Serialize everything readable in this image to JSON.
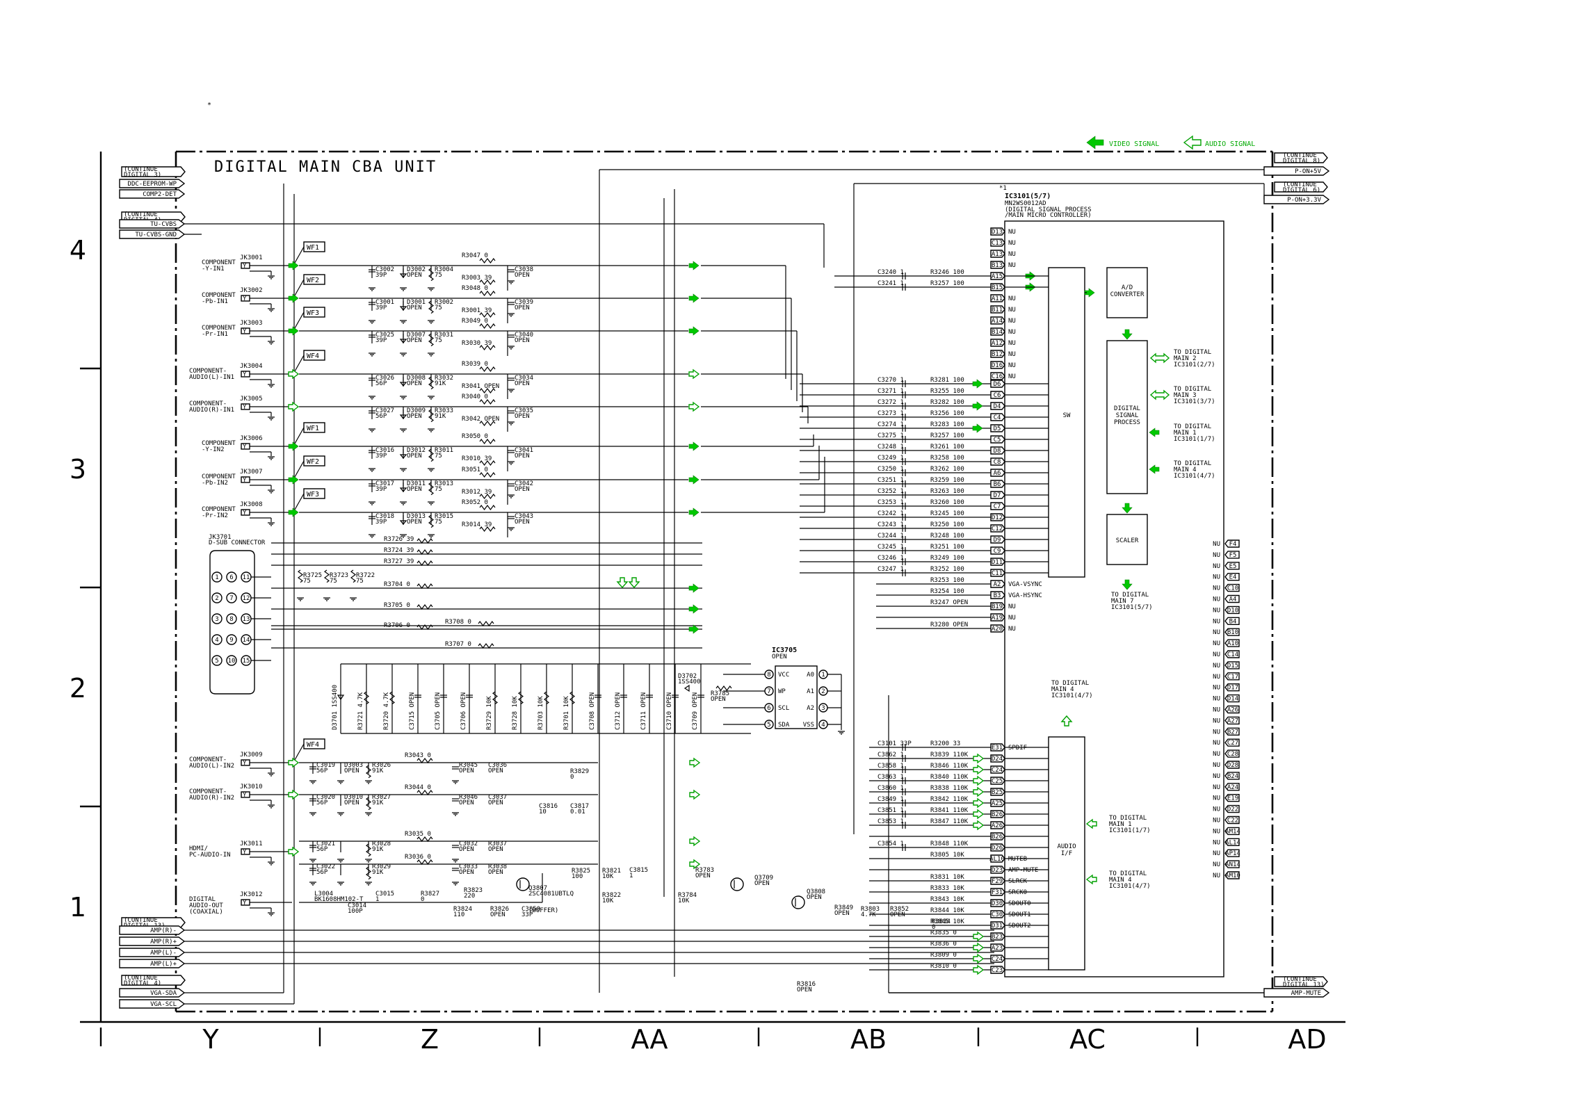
{
  "star": "*",
  "title": "DIGITAL MAIN CBA UNIT",
  "legend": {
    "video": "VIDEO SIGNAL",
    "audio": "AUDIO SIGNAL"
  },
  "grid": {
    "rows": [
      "4",
      "3",
      "2",
      "1"
    ],
    "cols": [
      "Y",
      "Z",
      "AA",
      "AB",
      "AC",
      "AD"
    ]
  },
  "left_connectors": [
    {
      "cont": [
        "(CONTINUE",
        "DIGITAL 3)"
      ],
      "pins": [
        "DDC-EEPROM-WP",
        "COMP2-DET"
      ]
    },
    {
      "cont": [
        "(CONTINUE",
        "DIGITAL 4)"
      ],
      "pins": [
        "TU-CVBS",
        "TU-CVBS-GND"
      ]
    },
    {
      "cont": [
        "(CONTINUE",
        "DIGITAL 13)"
      ],
      "pins": [
        "AMP(R)-",
        "AMP(R)+",
        "AMP(L)-",
        "AMP(L)+"
      ]
    },
    {
      "cont": [
        "(CONTINUE",
        "DIGITAL 4)"
      ],
      "pins": [
        "VGA-SDA",
        "VGA-SCL"
      ]
    }
  ],
  "right_connectors": [
    {
      "cont": [
        "(CONTINUE",
        "DIGITAL 8)"
      ],
      "pins": [
        "P-ON+5V"
      ]
    },
    {
      "cont": [
        "(CONTINUE",
        "DIGITAL 6)"
      ],
      "pins": [
        "P-ON+3.3V"
      ]
    },
    {
      "cont": [
        "(CONTINUE",
        "DIGITAL 13)"
      ],
      "pins": [
        "AMP-MUTE"
      ]
    }
  ],
  "jacks": [
    {
      "ref": "JK3001",
      "label": [
        "COMPONENT",
        "-Y-IN1"
      ],
      "wf": "WF1"
    },
    {
      "ref": "JK3002",
      "label": [
        "COMPONENT",
        "-Pb-IN1"
      ],
      "wf": "WF2"
    },
    {
      "ref": "JK3003",
      "label": [
        "COMPONENT",
        "-Pr-IN1"
      ],
      "wf": "WF3"
    },
    {
      "ref": "JK3004",
      "label": [
        "COMPONENT-",
        "AUDIO(L)-IN1"
      ],
      "wf": "WF4"
    },
    {
      "ref": "JK3005",
      "label": [
        "COMPONENT-",
        "AUDIO(R)-IN1"
      ],
      "wf": ""
    },
    {
      "ref": "JK3006",
      "label": [
        "COMPONENT",
        "-Y-IN2"
      ],
      "wf": "WF1"
    },
    {
      "ref": "JK3007",
      "label": [
        "COMPONENT",
        "-Pb-IN2"
      ],
      "wf": "WF2"
    },
    {
      "ref": "JK3008",
      "label": [
        "COMPONENT",
        "-Pr-IN2"
      ],
      "wf": "WF3"
    },
    {
      "ref": "JK3009",
      "label": [
        "COMPONENT-",
        "AUDIO(L)-IN2"
      ],
      "wf": "WF4"
    },
    {
      "ref": "JK3010",
      "label": [
        "COMPONENT-",
        "AUDIO(R)-IN2"
      ],
      "wf": ""
    },
    {
      "ref": "JK3011",
      "label": [
        "HDMI/",
        "PC-AUDIO-IN"
      ],
      "wf": ""
    },
    {
      "ref": "JK3012",
      "label": [
        "DIGITAL",
        "AUDIO-OUT",
        "(COAXIAL)"
      ],
      "wf": ""
    }
  ],
  "input_rows": [
    {
      "c1": [
        "C3002",
        "39P"
      ],
      "d": [
        "D3002",
        "OPEN"
      ],
      "r1": [
        "R3004",
        "75"
      ],
      "ra": [
        "R3047",
        "0"
      ],
      "rb": [
        "R3003",
        "39"
      ],
      "c2": [
        "C3038",
        "OPEN"
      ]
    },
    {
      "c1": [
        "C3001",
        "39P"
      ],
      "d": [
        "D3001",
        "OPEN"
      ],
      "r1": [
        "R3002",
        "75"
      ],
      "ra": [
        "R3048",
        "0"
      ],
      "rb": [
        "R3001",
        "39"
      ],
      "c2": [
        "C3039",
        "OPEN"
      ]
    },
    {
      "c1": [
        "C3025",
        "39P"
      ],
      "d": [
        "D3007",
        "OPEN"
      ],
      "r1": [
        "R3031",
        "75"
      ],
      "ra": [
        "R3049",
        "0"
      ],
      "rb": [
        "R3030",
        "39"
      ],
      "c2": [
        "C3040",
        "OPEN"
      ]
    },
    {
      "c1": [
        "C3026",
        "56P"
      ],
      "d": [
        "D3008",
        "OPEN"
      ],
      "r1": [
        "R3032",
        "91K"
      ],
      "ra": [
        "R3039",
        "0"
      ],
      "rb": [
        "R3041",
        "OPEN"
      ],
      "c2": [
        "C3034",
        "OPEN"
      ]
    },
    {
      "c1": [
        "C3027",
        "56P"
      ],
      "d": [
        "D3009",
        "OPEN"
      ],
      "r1": [
        "R3033",
        "91K"
      ],
      "ra": [
        "R3040",
        "0"
      ],
      "rb": [
        "R3042",
        "OPEN"
      ],
      "c2": [
        "C3035",
        "OPEN"
      ]
    },
    {
      "c1": [
        "C3016",
        "39P"
      ],
      "d": [
        "D3012",
        "OPEN"
      ],
      "r1": [
        "R3011",
        "75"
      ],
      "ra": [
        "R3050",
        "0"
      ],
      "rb": [
        "R3010",
        "39"
      ],
      "c2": [
        "C3041",
        "OPEN"
      ]
    },
    {
      "c1": [
        "C3017",
        "39P"
      ],
      "d": [
        "D3011",
        "OPEN"
      ],
      "r1": [
        "R3013",
        "75"
      ],
      "ra": [
        "R3051",
        "0"
      ],
      "rb": [
        "R3012",
        "39"
      ],
      "c2": [
        "C3042",
        "OPEN"
      ]
    },
    {
      "c1": [
        "C3018",
        "39P"
      ],
      "d": [
        "D3013",
        "OPEN"
      ],
      "r1": [
        "R3015",
        "75"
      ],
      "ra": [
        "R3052",
        "0"
      ],
      "rb": [
        "R3014",
        "39"
      ],
      "c2": [
        "C3043",
        "OPEN"
      ]
    }
  ],
  "dsub": {
    "ref": "JK3701",
    "name": "D-SUB CONNECTOR",
    "pins": [
      "1",
      "6",
      "11",
      "2",
      "7",
      "12",
      "3",
      "8",
      "13",
      "4",
      "9",
      "14",
      "5",
      "10",
      "15"
    ],
    "series_r": [
      [
        "R3726",
        "39"
      ],
      [
        "R3724",
        "39"
      ],
      [
        "R3727",
        "39"
      ],
      [
        "R3704",
        "0"
      ],
      [
        "R3705",
        "0"
      ],
      [
        "R3706",
        "0"
      ],
      [
        "R3708",
        "0"
      ],
      [
        "R3707",
        "0"
      ]
    ],
    "shunt_r": [
      [
        "R3725",
        "75"
      ],
      [
        "R3723",
        "75"
      ],
      [
        "R3722",
        "75"
      ]
    ],
    "bottom_parts": [
      [
        "D3701",
        "1SS400"
      ],
      [
        "R3721",
        "4.7K"
      ],
      [
        "R3720",
        "4.7K"
      ],
      [
        "C3715",
        "OPEN"
      ],
      [
        "C3705",
        "OPEN"
      ],
      [
        "C3706",
        "OPEN"
      ],
      [
        "R3729",
        "10K"
      ],
      [
        "R3728",
        "10K"
      ],
      [
        "R3703",
        "10K"
      ],
      [
        "R3701",
        "10K"
      ],
      [
        "C3708",
        "OPEN"
      ],
      [
        "C3712",
        "OPEN"
      ],
      [
        "C3711",
        "OPEN"
      ],
      [
        "C3710",
        "OPEN"
      ],
      [
        "C3709",
        "OPEN"
      ]
    ]
  },
  "ic3705": {
    "ref": "IC3705",
    "value": "OPEN",
    "left_pins": [
      [
        "8",
        "VCC"
      ],
      [
        "7",
        "WP"
      ],
      [
        "6",
        "SCL"
      ],
      [
        "5",
        "SDA"
      ]
    ],
    "right_pins": [
      [
        "1",
        "A0"
      ],
      [
        "2",
        "A1"
      ],
      [
        "3",
        "A2"
      ],
      [
        "4",
        "VSS"
      ]
    ],
    "parts": [
      [
        "D3702",
        "1SS400"
      ],
      [
        "R3785",
        "OPEN"
      ]
    ]
  },
  "audio_rows": [
    {
      "c1": [
        "C3019",
        "56P"
      ],
      "d": [
        "D3003",
        "OPEN"
      ],
      "r1": [
        "R3026",
        "91K"
      ],
      "ra": [
        "R3043",
        "0"
      ],
      "rb": [
        "R3045",
        "OPEN"
      ],
      "c2": [
        "C3036",
        "OPEN"
      ]
    },
    {
      "c1": [
        "C3020",
        "56P"
      ],
      "d": [
        "D3010",
        "OPEN"
      ],
      "r1": [
        "R3027",
        "91K"
      ],
      "ra": [
        "R3044",
        "0"
      ],
      "rb": [
        "R3046",
        "OPEN"
      ],
      "c2": [
        "C3037",
        "OPEN"
      ]
    },
    {
      "c1": [
        "C3021",
        "56P"
      ],
      "d": [],
      "r1": [
        "R3028",
        "91K"
      ],
      "ra": [
        "R3035",
        "0"
      ],
      "rb": [
        "C3032",
        "OPEN"
      ],
      "c2": [
        "R3037",
        "OPEN"
      ]
    },
    {
      "c1": [
        "C3022",
        "56P"
      ],
      "d": [],
      "r1": [
        "R3029",
        "91K"
      ],
      "ra": [
        "R3036",
        "0"
      ],
      "rb": [
        "C3033",
        "OPEN"
      ],
      "c2": [
        "R3038",
        "OPEN"
      ]
    }
  ],
  "misc_parts": [
    [
      "R3829",
      "0"
    ],
    [
      "C3816",
      "10"
    ],
    [
      "C3817",
      "0.01"
    ],
    [
      "L3004",
      "BK1608HM102-T"
    ],
    [
      "C3015",
      "1"
    ],
    [
      "C3014",
      "100P"
    ],
    [
      "R3827",
      "0"
    ],
    [
      "R3823",
      "220"
    ],
    [
      "R3824",
      "110"
    ],
    [
      "R3826",
      "OPEN"
    ],
    [
      "C3850",
      "33P"
    ],
    [
      "Q3807",
      "2SC4081UBTLQ"
    ],
    [
      "R3825",
      "100"
    ],
    [
      "R3821",
      "10K"
    ],
    [
      "R3822",
      "10K"
    ],
    [
      "C3815",
      "1"
    ],
    [
      "R3783",
      "OPEN"
    ],
    [
      "R3784",
      "10K"
    ],
    [
      "Q3709",
      "OPEN"
    ],
    [
      "Q3808",
      "OPEN"
    ],
    [
      "R3849",
      "OPEN"
    ],
    [
      "R3803",
      "4.7K"
    ],
    [
      "R3852",
      "OPEN"
    ],
    [
      "R3816",
      "OPEN"
    ],
    [
      "R3834",
      "0"
    ]
  ],
  "buffer": "(BUFFER)",
  "ic3101": {
    "mark": "*1",
    "ref": "IC3101(5/7)",
    "part": "MN2WS0012AD",
    "desc": [
      "(DIGITAL SIGNAL PROCESS",
      "/MAIN MICRO CONTROLLER)"
    ],
    "sw": "SW",
    "ad": [
      "A/D",
      "CONVERTER"
    ],
    "dsp": [
      "DIGITAL",
      "SIGNAL",
      "PROCESS"
    ],
    "scaler": "SCALER",
    "audio": [
      "AUDIO",
      "I/F"
    ],
    "to_main7": [
      "TO DIGITAL",
      "MAIN 7",
      "IC3101(5/7)"
    ],
    "to_main4_top": [
      "TO DIGITAL",
      "MAIN 4",
      "IC3101(4/7)"
    ],
    "side_refs": [
      [
        "TO DIGITAL",
        "MAIN 2",
        "IC3101(2/7)"
      ],
      [
        "TO DIGITAL",
        "MAIN 3",
        "IC3101(3/7)"
      ],
      [
        "TO DIGITAL",
        "MAIN 1",
        "IC3101(1/7)"
      ],
      [
        "TO DIGITAL",
        "MAIN 4",
        "IC3101(4/7)"
      ]
    ],
    "audio_refs": [
      [
        "TO DIGITAL",
        "MAIN 1",
        "IC3101(1/7)"
      ],
      [
        "TO DIGITAL",
        "MAIN 4",
        "IC3101(4/7)"
      ]
    ],
    "nu_top": [
      "D13",
      "C13",
      "A13",
      "B13"
    ],
    "video_pins": [
      {
        "c": "C3240",
        "cv": "1",
        "r": "R3246",
        "rv": "100",
        "pin": "A15",
        "sig": ""
      },
      {
        "c": "C3241",
        "cv": "1",
        "r": "R3257",
        "rv": "100",
        "pin": "B15",
        "sig": ""
      }
    ],
    "nu_mid": [
      "A11",
      "B11",
      "A14",
      "B14",
      "A12",
      "B12",
      "D16",
      "C16"
    ],
    "video_pins2": [
      {
        "c": "C3270",
        "cv": "1",
        "r": "R3281",
        "rv": "100",
        "pin": "D6"
      },
      {
        "c": "C3271",
        "cv": "1",
        "r": "R3255",
        "rv": "100",
        "pin": "C6"
      },
      {
        "c": "C3272",
        "cv": "1",
        "r": "R3282",
        "rv": "100",
        "pin": "D4"
      },
      {
        "c": "C3273",
        "cv": "1",
        "r": "R3256",
        "rv": "100",
        "pin": "C4"
      },
      {
        "c": "C3274",
        "cv": "1",
        "r": "R3283",
        "rv": "100",
        "pin": "D5"
      },
      {
        "c": "C3275",
        "cv": "1",
        "r": "R3257",
        "rv": "100",
        "pin": "C5"
      },
      {
        "c": "C3248",
        "cv": "1",
        "r": "R3261",
        "rv": "100",
        "pin": "D8"
      },
      {
        "c": "C3249",
        "cv": "1",
        "r": "R3258",
        "rv": "100",
        "pin": "C8"
      },
      {
        "c": "C3250",
        "cv": "1",
        "r": "R3262",
        "rv": "100",
        "pin": "A6"
      },
      {
        "c": "C3251",
        "cv": "1",
        "r": "R3259",
        "rv": "100",
        "pin": "B6"
      },
      {
        "c": "C3252",
        "cv": "1",
        "r": "R3263",
        "rv": "100",
        "pin": "D7"
      },
      {
        "c": "C3253",
        "cv": "1",
        "r": "R3260",
        "rv": "100",
        "pin": "C7"
      },
      {
        "c": "C3242",
        "cv": "1",
        "r": "R3245",
        "rv": "100",
        "pin": "D12"
      },
      {
        "c": "C3243",
        "cv": "1",
        "r": "R3250",
        "rv": "100",
        "pin": "C12"
      },
      {
        "c": "C3244",
        "cv": "1",
        "r": "R3248",
        "rv": "100",
        "pin": "D9"
      },
      {
        "c": "C3245",
        "cv": "1",
        "r": "R3251",
        "rv": "100",
        "pin": "C9"
      },
      {
        "c": "C3246",
        "cv": "1",
        "r": "R3249",
        "rv": "100",
        "pin": "D11"
      },
      {
        "c": "C3247",
        "cv": "1",
        "r": "R3252",
        "rv": "100",
        "pin": "C11"
      },
      {
        "c": "",
        "cv": "",
        "r": "R3253",
        "rv": "100",
        "pin": "A2"
      },
      {
        "c": "",
        "cv": "",
        "r": "R3254",
        "rv": "100",
        "pin": "B3"
      },
      {
        "c": "",
        "cv": "",
        "r": "R3247",
        "rv": "OPEN",
        "pin": "B19"
      },
      {
        "c": "",
        "cv": "",
        "r": "",
        "rv": "",
        "pin": "A19"
      },
      {
        "c": "",
        "cv": "",
        "r": "R3280",
        "rv": "OPEN",
        "pin": "A20"
      }
    ],
    "pin_labels": {
      "A2": "VGA-VSYNC",
      "B3": "VGA-HSYNC",
      "B19": "NU",
      "A19": "NU",
      "A20": "NU"
    },
    "audio_pins": [
      {
        "c": "C3101",
        "cv": "33P",
        "r": "R3200",
        "rv": "33",
        "pin": "E31",
        "lab": "SPDIF"
      },
      {
        "c": "C3862",
        "cv": "1",
        "r": "R3839",
        "rv": "110K",
        "pin": "D24",
        "lab": ""
      },
      {
        "c": "C3858",
        "cv": "1",
        "r": "R3846",
        "rv": "110K",
        "pin": "C24",
        "lab": ""
      },
      {
        "c": "C3863",
        "cv": "1",
        "r": "R3840",
        "rv": "110K",
        "pin": "C25",
        "lab": ""
      },
      {
        "c": "C3860",
        "cv": "1",
        "r": "R3838",
        "rv": "110K",
        "pin": "B25",
        "lab": ""
      },
      {
        "c": "C3849",
        "cv": "1",
        "r": "R3842",
        "rv": "110K",
        "pin": "A25",
        "lab": ""
      },
      {
        "c": "C3851",
        "cv": "1",
        "r": "R3841",
        "rv": "110K",
        "pin": "B26",
        "lab": ""
      },
      {
        "c": "C3853",
        "cv": "1",
        "r": "R3847",
        "rv": "110K",
        "pin": "A26",
        "lab": ""
      },
      {
        "c": "",
        "cv": "",
        "r": "",
        "rv": "",
        "pin": "B26",
        "lab": ""
      },
      {
        "c": "C3854",
        "cv": "1",
        "r": "R3848",
        "rv": "110K",
        "pin": "D26",
        "lab": ""
      },
      {
        "c": "",
        "cv": "",
        "r": "R3805",
        "rv": "10K",
        "pin": "AL10",
        "lab": "MUTEB"
      },
      {
        "c": "",
        "cv": "",
        "r": "",
        "rv": "",
        "pin": "D23",
        "lab": "AMP-MUTE"
      },
      {
        "c": "",
        "cv": "",
        "r": "R3831",
        "rv": "10K",
        "pin": "F29",
        "lab": "SLRCK"
      },
      {
        "c": "",
        "cv": "",
        "r": "R3833",
        "rv": "10K",
        "pin": "F31",
        "lab": "SRCK0"
      },
      {
        "c": "",
        "cv": "",
        "r": "R3843",
        "rv": "10K",
        "pin": "D30",
        "lab": "SDOUT0"
      },
      {
        "c": "",
        "cv": "",
        "r": "R3844",
        "rv": "10K",
        "pin": "C30",
        "lab": "SDOUT1"
      },
      {
        "c": "",
        "cv": "",
        "r": "R3845",
        "rv": "10K",
        "pin": "D31",
        "lab": "SDOUT2"
      },
      {
        "c": "",
        "cv": "",
        "r": "R3835",
        "rv": "0",
        "pin": "B23",
        "lab": ""
      },
      {
        "c": "",
        "cv": "",
        "r": "R3836",
        "rv": "0",
        "pin": "A23",
        "lab": ""
      },
      {
        "c": "",
        "cv": "",
        "r": "R3809",
        "rv": "0",
        "pin": "C24",
        "lab": ""
      },
      {
        "c": "",
        "cv": "",
        "r": "R3810",
        "rv": "0",
        "pin": "C23",
        "lab": ""
      }
    ],
    "nu_right": [
      "F4",
      "F5",
      "E5",
      "E4",
      "C10",
      "A4",
      "D10",
      "B4",
      "B10",
      "A10",
      "C14",
      "D15",
      "C17",
      "D17",
      "D14",
      "A26",
      "A27",
      "B27",
      "C27",
      "C28",
      "D28",
      "B24",
      "A24",
      "E19",
      "D22",
      "C22",
      "AM14",
      "AL14",
      "AP14",
      "AN14",
      "AM10"
    ],
    "nu": "NU"
  }
}
